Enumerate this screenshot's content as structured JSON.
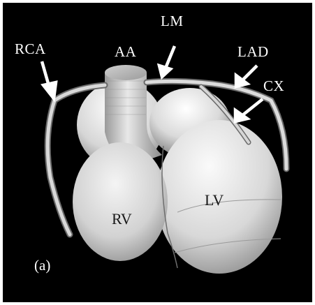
{
  "figure": {
    "panel_label": "(a)",
    "labels": {
      "rca": "RCA",
      "aa": "AA",
      "lm": "LM",
      "lad": "LAD",
      "cx": "CX",
      "rv": "RV",
      "lv": "LV"
    },
    "colors": {
      "background": "#000000",
      "label": "#ffffff",
      "surface": "#e6e6e6"
    }
  }
}
